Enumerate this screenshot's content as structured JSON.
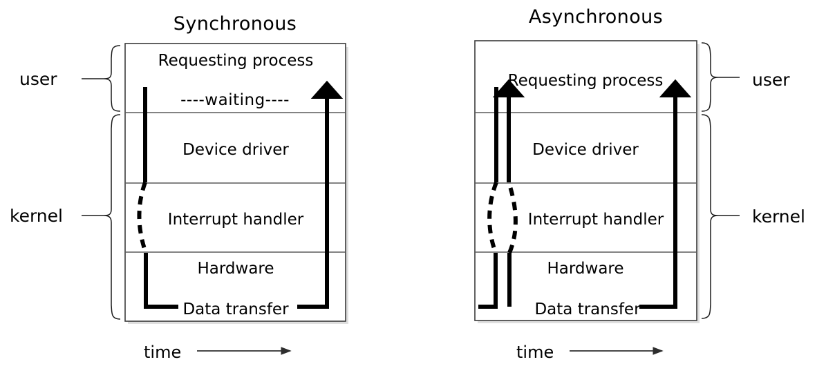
{
  "page": {
    "background": "#ffffff",
    "ink": "#000000",
    "box_stroke": "#3a3a3a",
    "divider_stroke": "#5a5a5a",
    "flow_stroke": "#000000"
  },
  "diagrams": [
    {
      "id": "synchronous",
      "title": "Synchronous",
      "layers": [
        {
          "id": "requesting-process",
          "label": "Requesting process"
        },
        {
          "id": "device-driver",
          "label": "Device driver"
        },
        {
          "id": "interrupt-handler",
          "label": "Interrupt handler"
        },
        {
          "id": "hardware",
          "label": "Hardware"
        }
      ],
      "inline_labels": [
        {
          "id": "waiting",
          "label": "----waiting----"
        },
        {
          "id": "data-transfer",
          "label": "Data transfer"
        }
      ],
      "braces": [
        {
          "id": "user",
          "label": "user",
          "side": "left"
        },
        {
          "id": "kernel",
          "label": "kernel",
          "side": "left"
        }
      ],
      "axis": {
        "label": "time",
        "direction": "right"
      }
    },
    {
      "id": "asynchronous",
      "title": "Asynchronous",
      "layers": [
        {
          "id": "requesting-process",
          "label": "Requesting process"
        },
        {
          "id": "device-driver",
          "label": "Device driver"
        },
        {
          "id": "interrupt-handler",
          "label": "Interrupt handler"
        },
        {
          "id": "hardware",
          "label": "Hardware"
        }
      ],
      "inline_labels": [
        {
          "id": "data-transfer",
          "label": "Data transfer"
        }
      ],
      "braces": [
        {
          "id": "user",
          "label": "user",
          "side": "right"
        },
        {
          "id": "kernel",
          "label": "kernel",
          "side": "right"
        }
      ],
      "axis": {
        "label": "time",
        "direction": "right"
      }
    }
  ]
}
